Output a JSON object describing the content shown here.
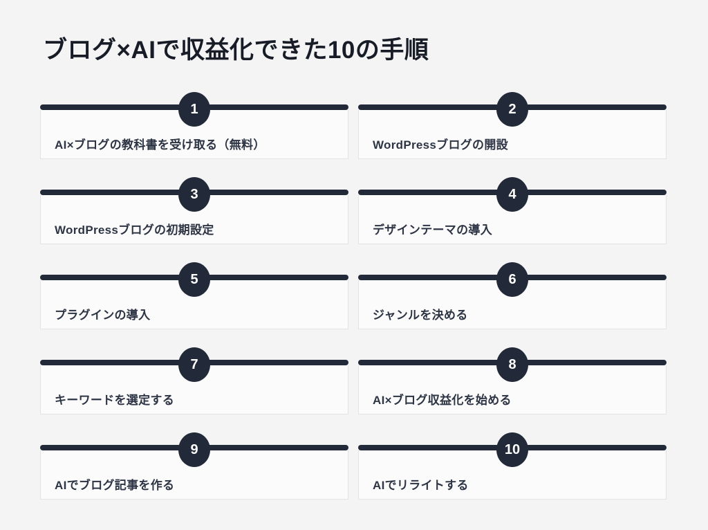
{
  "title": "ブログ×AIで収益化できた10の手順",
  "steps": [
    {
      "number": "1",
      "label": "AI×ブログの教科書を受け取る（無料）"
    },
    {
      "number": "2",
      "label": "WordPressブログの開設"
    },
    {
      "number": "3",
      "label": "WordPressブログの初期設定"
    },
    {
      "number": "4",
      "label": "デザインテーマの導入"
    },
    {
      "number": "5",
      "label": "プラグインの導入"
    },
    {
      "number": "6",
      "label": "ジャンルを決める"
    },
    {
      "number": "7",
      "label": "キーワードを選定する"
    },
    {
      "number": "8",
      "label": "AI×ブログ収益化を始める"
    },
    {
      "number": "9",
      "label": "AIでブログ記事を作る"
    },
    {
      "number": "10",
      "label": "AIでリライトする"
    }
  ],
  "colors": {
    "background": "#f4f4f5",
    "accent_dark": "#222a39",
    "card_bg": "#fbfbfc",
    "card_border": "#e3e3e6",
    "title_text": "#171c26",
    "label_text": "#2d3443",
    "badge_text": "#ffffff"
  }
}
